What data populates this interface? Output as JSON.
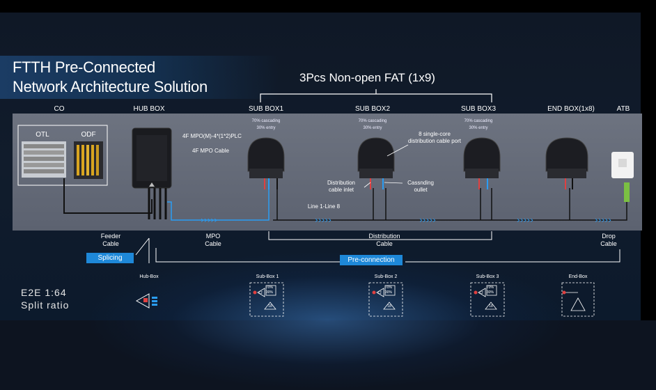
{
  "title": {
    "line1": "FTTH Pre-Connected",
    "line2": "Network Architecture Solution"
  },
  "fat_title": "3Pcs Non-open FAT (1x9)",
  "headers": [
    "CO",
    "HUB BOX",
    "SUB BOX1",
    "SUB BOX2",
    "SUB BOX3",
    "END BOX(1x8)",
    "ATB"
  ],
  "co": {
    "otl": "OTL",
    "odf": "ODF"
  },
  "hub": {
    "plc": "4F MPO(M)-4*(1*2)PLC",
    "cable": "4F MPO Cable"
  },
  "ratio": {
    "cascading": "70% cascading",
    "entry": "30% entry"
  },
  "annotations": {
    "port": [
      "8 single-core",
      "distribution cable port"
    ],
    "inlet": [
      "Distribution",
      "cable inlet"
    ],
    "outlet": [
      "Cassnding",
      "oullet"
    ],
    "line": "Line 1-Line 8"
  },
  "cables": {
    "feeder": [
      "Feeder",
      "Cable"
    ],
    "mpo": [
      "MPO",
      "Cable"
    ],
    "distribution": [
      "Distribution",
      "Cable"
    ],
    "drop": [
      "Drop",
      "Cable"
    ]
  },
  "buttons": {
    "splicing": "Splicing",
    "preconnection": "Pre-connection"
  },
  "bottom": {
    "hub": "Hub-Box",
    "sub1": "Sub-Box 1",
    "sub2": "Sub-Box 2",
    "sub3": "Sub-Box 3",
    "end": "End-Box"
  },
  "split": {
    "line1": "E2E 1:64",
    "line2": "Split ratio"
  },
  "schematic": {
    "pct70": "70%",
    "pct30": "30%",
    "n12": "12",
    "n18": "18"
  },
  "colors": {
    "accent": "#1e88d8",
    "fiber": "#2a9df4",
    "panel": "#666c78"
  }
}
